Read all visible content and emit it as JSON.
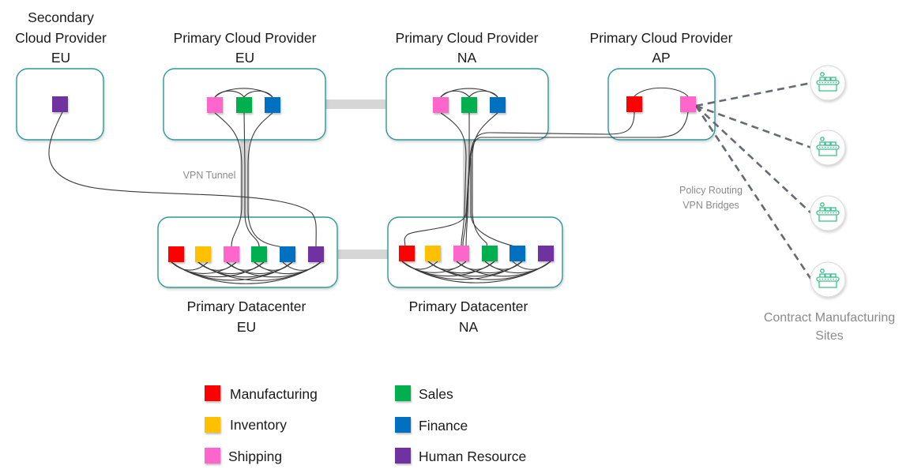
{
  "colors": {
    "manufacturing": "#ff0000",
    "inventory": "#ffc000",
    "shipping": "#ff66cc",
    "sales": "#00b050",
    "finance": "#0070c0",
    "human_resource": "#7030a0",
    "box_border": "#2a9a97",
    "site_icon": "#3cbf8a"
  },
  "sites": {
    "secondary_eu": {
      "title_lines": [
        "Secondary",
        "Cloud Provider",
        "EU"
      ],
      "departments": [
        "human_resource"
      ]
    },
    "cloud_eu": {
      "title_lines": [
        "Primary Cloud Provider",
        "EU"
      ],
      "departments": [
        "shipping",
        "sales",
        "finance"
      ]
    },
    "cloud_na": {
      "title_lines": [
        "Primary Cloud Provider",
        "NA"
      ],
      "departments": [
        "shipping",
        "sales",
        "finance"
      ]
    },
    "cloud_ap": {
      "title_lines": [
        "Primary Cloud Provider",
        "AP"
      ],
      "departments": [
        "manufacturing",
        "shipping"
      ]
    },
    "dc_eu": {
      "title_lines": [
        "Primary Datacenter",
        "EU"
      ],
      "departments": [
        "manufacturing",
        "inventory",
        "shipping",
        "sales",
        "finance",
        "human_resource"
      ]
    },
    "dc_na": {
      "title_lines": [
        "Primary Datacenter",
        "NA"
      ],
      "departments": [
        "manufacturing",
        "inventory",
        "shipping",
        "sales",
        "finance",
        "human_resource"
      ]
    }
  },
  "annotations": {
    "vpn_tunnel": "VPN Tunnel",
    "policy_routing": [
      "Policy Routing",
      "VPN Bridges"
    ]
  },
  "contract_sites": {
    "count": 4,
    "icon": "factory-conveyor-icon",
    "label_lines": [
      "Contract Manufacturing",
      "Sites"
    ]
  },
  "legend": [
    {
      "key": "manufacturing",
      "label": "Manufacturing"
    },
    {
      "key": "inventory",
      "label": "Inventory"
    },
    {
      "key": "shipping",
      "label": "Shipping"
    },
    {
      "key": "sales",
      "label": "Sales"
    },
    {
      "key": "finance",
      "label": "Finance"
    },
    {
      "key": "human_resource",
      "label": "Human Resource"
    }
  ]
}
